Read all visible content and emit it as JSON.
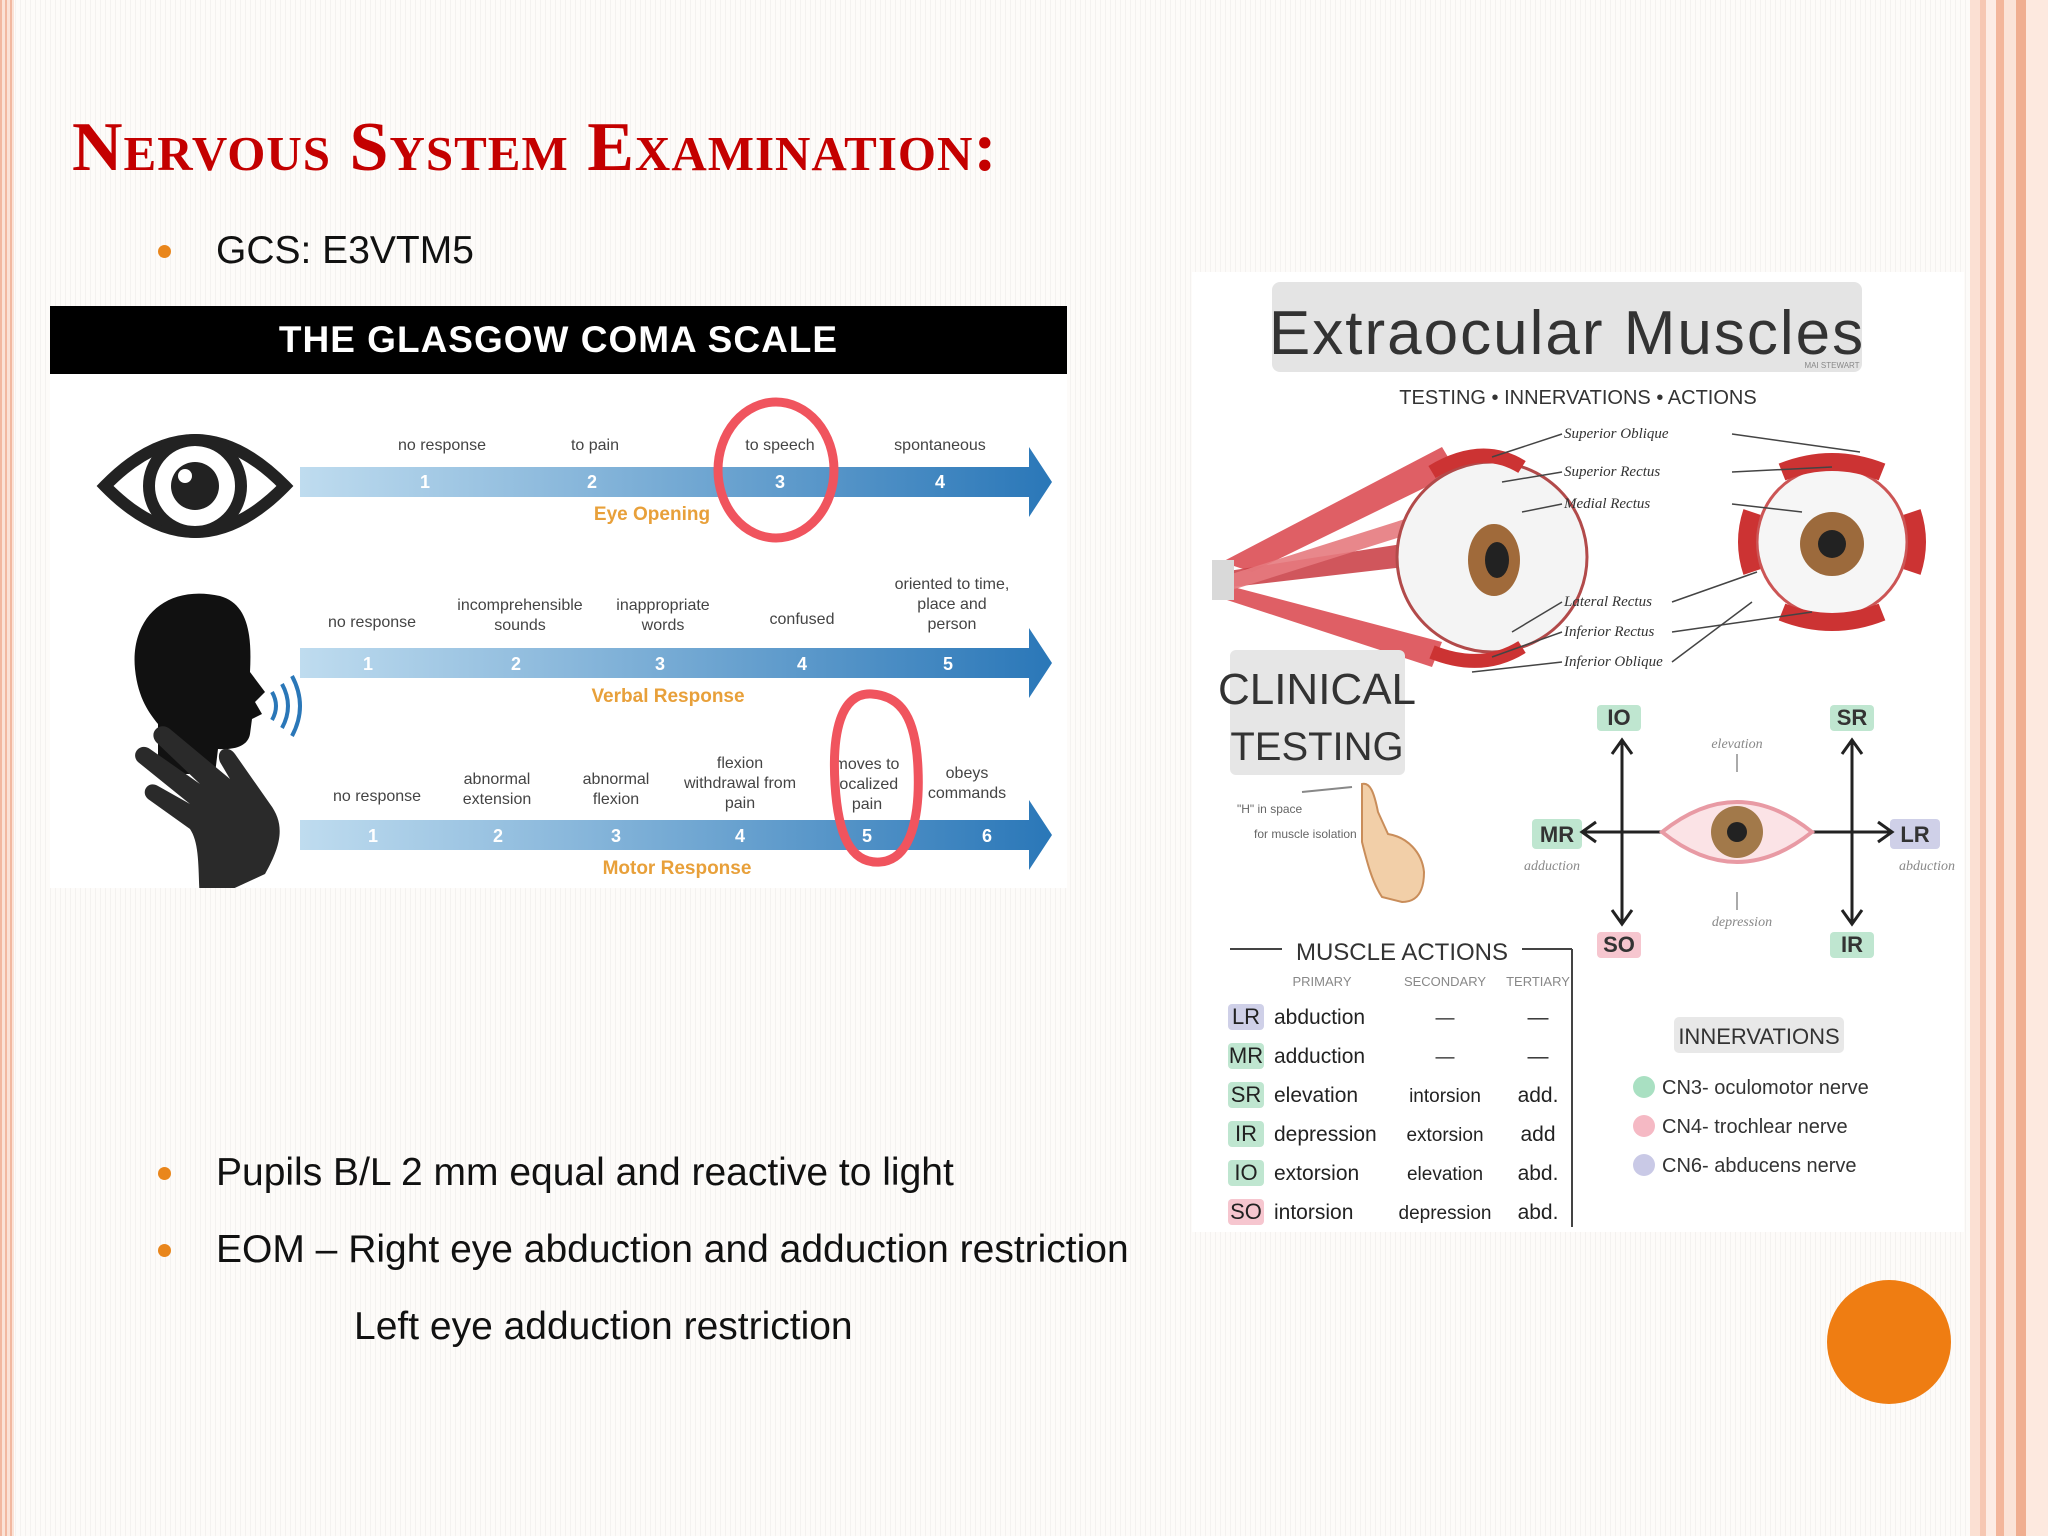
{
  "slide": {
    "title": "Nervous System Examination:",
    "bullets": {
      "gcs": "GCS: E3VTM5",
      "pupils": "Pupils B/L 2 mm equal and reactive to light",
      "eom": "EOM – Right eye abduction and adduction restriction",
      "eom_left": "Left eye adduction restriction"
    }
  },
  "gcs_figure": {
    "header": "THE GLASGOW COMA SCALE",
    "eye": {
      "label": "Eye Opening",
      "steps": [
        {
          "label": "no response",
          "num": "1"
        },
        {
          "label": "to pain",
          "num": "2"
        },
        {
          "label": "to speech",
          "num": "3"
        },
        {
          "label": "spontaneous",
          "num": "4"
        }
      ]
    },
    "verbal": {
      "label": "Verbal Response",
      "steps": [
        {
          "label": "no response",
          "num": "1"
        },
        {
          "label": "incomprehensible sounds",
          "line1": "incomprehensible",
          "line2": "sounds",
          "num": "2"
        },
        {
          "label": "inappropriate words",
          "line1": "inappropriate",
          "line2": "words",
          "num": "3"
        },
        {
          "label": "confused",
          "num": "4"
        },
        {
          "label": "oriented to time, place and person",
          "line1": "oriented to time,",
          "line2": "place and",
          "line3": "person",
          "num": "5"
        }
      ]
    },
    "motor": {
      "label": "Motor Response",
      "steps": [
        {
          "label": "no response",
          "num": "1"
        },
        {
          "label": "abnormal extension",
          "line1": "abnormal",
          "line2": "extension",
          "num": "2"
        },
        {
          "label": "abnormal flexion",
          "line1": "abnormal",
          "line2": "flexion",
          "num": "3"
        },
        {
          "label": "flexion withdrawal from pain",
          "line1": "flexion",
          "line2": "withdrawal from",
          "line3": "pain",
          "num": "4"
        },
        {
          "label": "moves to localized pain",
          "line1": "moves to",
          "line2": "localized",
          "line3": "pain",
          "num": "5"
        },
        {
          "label": "obeys commands",
          "line1": "obeys",
          "line2": "commands",
          "num": "6"
        }
      ]
    }
  },
  "eom_figure": {
    "title": "Extraocular Muscles",
    "author": "MAI STEWART",
    "subtitle": "TESTING • INNERVATIONS • ACTIONS",
    "muscle_labels": {
      "superior_oblique": "Superior Oblique",
      "superior_rectus": "Superior Rectus",
      "medial_rectus": "Medial Rectus",
      "lateral_rectus": "Lateral Rectus",
      "inferior_rectus": "Inferior Rectus",
      "inferior_oblique": "Inferior Oblique"
    },
    "clinical_line1": "CLINICAL",
    "clinical_line2": "TESTING",
    "h_note_line1": "\"H\" in space",
    "h_note_line2": "for muscle isolation",
    "directions": {
      "io": "IO",
      "sr": "SR",
      "mr": "MR",
      "lr": "LR",
      "so": "SO",
      "ir": "IR",
      "elevation": "elevation",
      "depression": "depression",
      "adduction": "adduction",
      "abduction": "abduction"
    },
    "actions": {
      "title": "MUSCLE ACTIONS",
      "col_primary": "PRIMARY",
      "col_secondary": "SECONDARY",
      "col_tertiary": "TERTIARY",
      "rows": [
        {
          "m": "LR",
          "p": "abduction",
          "s": "—",
          "t": "—",
          "color": "#cfd0e8"
        },
        {
          "m": "MR",
          "p": "adduction",
          "s": "—",
          "t": "—",
          "color": "#bfe6d0"
        },
        {
          "m": "SR",
          "p": "elevation",
          "s": "intorsion",
          "t": "add.",
          "color": "#bfe6d0"
        },
        {
          "m": "IR",
          "p": "depression",
          "s": "extorsion",
          "t": "add",
          "color": "#bfe6d0"
        },
        {
          "m": "IO",
          "p": "extorsion",
          "s": "elevation",
          "t": "abd.",
          "color": "#bfe6d0"
        },
        {
          "m": "SO",
          "p": "intorsion",
          "s": "depression",
          "t": "abd.",
          "color": "#f6c6cf"
        }
      ]
    },
    "innervations": {
      "title": "INNERVATIONS",
      "items": [
        {
          "text": "CN3- oculomotor nerve",
          "color": "#a9e0c2"
        },
        {
          "text": "CN4- trochlear nerve",
          "color": "#f5b9c4"
        },
        {
          "text": "CN6- abducens nerve",
          "color": "#c9c9e6"
        }
      ]
    }
  }
}
